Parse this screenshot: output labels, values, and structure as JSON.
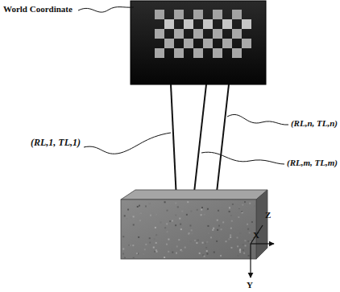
{
  "diagram": {
    "labels": [
      "World Coordinate",
      "(RL,1, TL,1)",
      "(RL,n, TL,n)",
      "(RL,m, TL,m)",
      "Z",
      "X",
      "Y"
    ]
  }
}
